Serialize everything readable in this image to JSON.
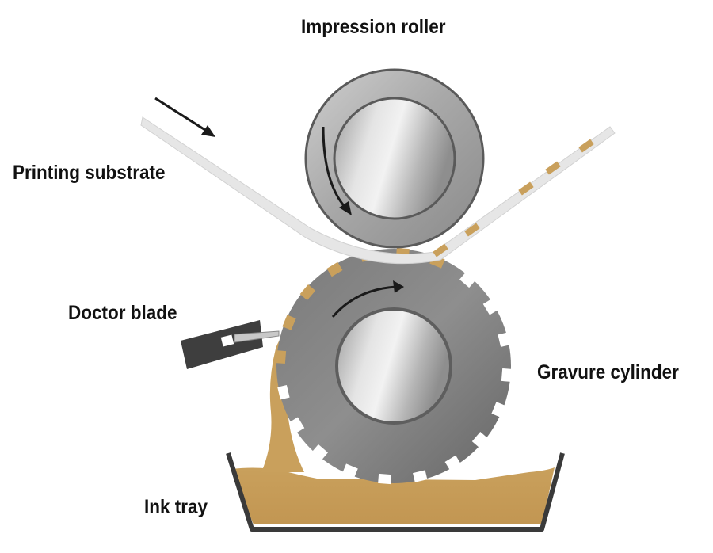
{
  "labels": {
    "impression_roller": "Impression roller",
    "printing_substrate": "Printing substrate",
    "doctor_blade": "Doctor blade",
    "gravure_cylinder": "Gravure cylinder",
    "ink_tray": "Ink tray"
  },
  "colors": {
    "ink": "#c9a05c",
    "ink_dark": "#b8894a",
    "substrate": "#e6e6e6",
    "substrate_edge": "#cfcfcf",
    "steel_light": "#e8e8e8",
    "steel_mid": "#a8a8a8",
    "steel_dark": "#6a6a6a",
    "tray": "#3a3a3a",
    "blade_holder": "#3e3e3e",
    "arrow": "#1a1a1a"
  },
  "icons": {
    "substrate_direction": "arrow-down-right-icon",
    "roller_rotation": "curved-arrow-icon",
    "cylinder_rotation": "curved-arrow-icon"
  }
}
